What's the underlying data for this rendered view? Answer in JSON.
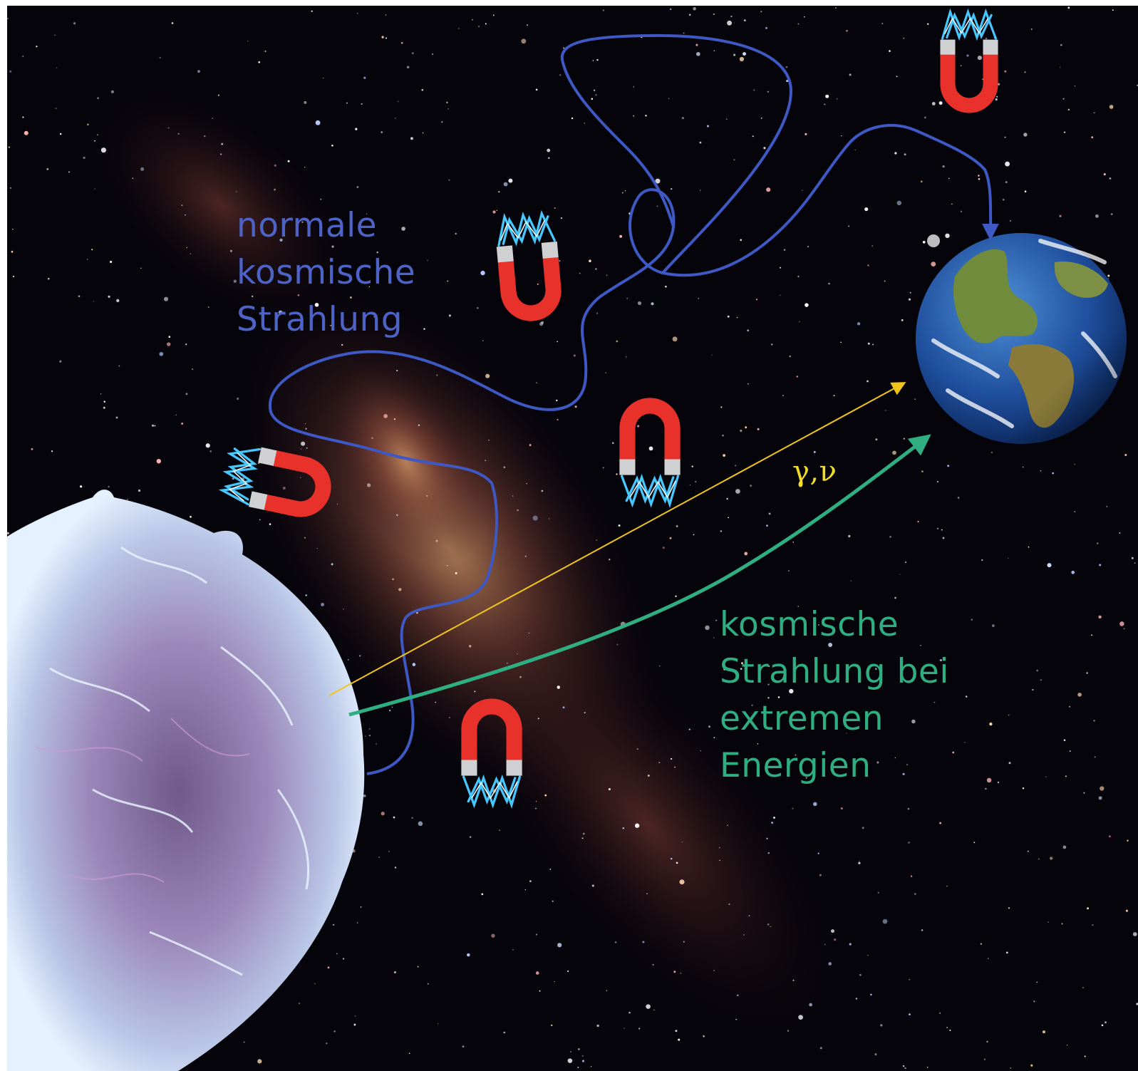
{
  "labels": {
    "normal_lines": [
      "normale",
      "kosmische",
      "Strahlung"
    ],
    "extreme_lines": [
      "kosmische",
      "Strahlung bei",
      "extremen",
      "Energien"
    ],
    "gamma_nu": "γ,ν"
  },
  "colors": {
    "normal_path": "#3e58c4",
    "extreme_path": "#2fae82",
    "gamma_path": "#f0c419",
    "magnet_red": "#e8312a",
    "magnet_tip": "#cfd0d2",
    "field_lines": "#46c8ff",
    "space_background": "#05040b"
  },
  "icons": [
    "supernova-remnant-icon",
    "earth-icon",
    "moon-icon",
    "magnet-icon",
    "milky-way-icon"
  ]
}
